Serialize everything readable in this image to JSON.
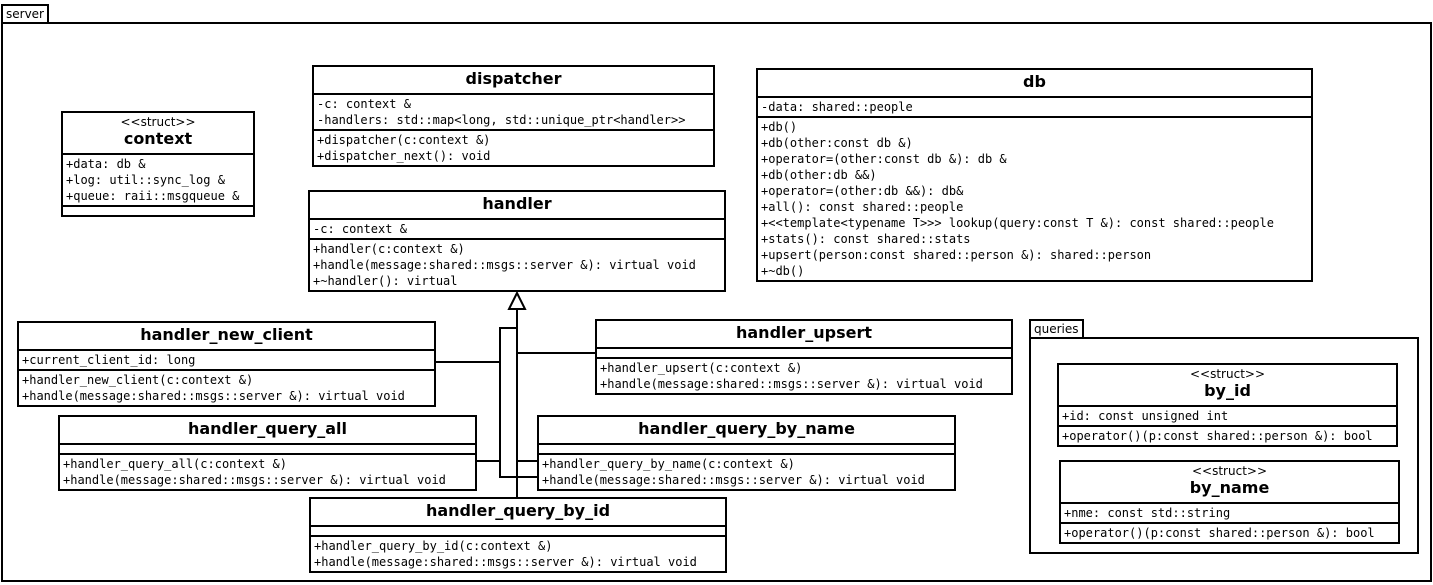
{
  "server": {
    "label": "server",
    "classes": {
      "context": {
        "stereotype": "<<struct>>",
        "name": "context",
        "attributes": [
          "+data: db &",
          "+log: util::sync_log &",
          "+queue: raii::msgqueue &"
        ],
        "operations": []
      },
      "dispatcher": {
        "name": "dispatcher",
        "attributes": [
          "-c: context &",
          "-handlers: std::map<long, std::unique_ptr<handler>>"
        ],
        "operations": [
          "+dispatcher(c:context &)",
          "+dispatcher_next(): void"
        ]
      },
      "db": {
        "name": "db",
        "attributes": [
          "-data: shared::people"
        ],
        "operations": [
          "+db()",
          "+db(other:const db &)",
          "+operator=(other:const db &): db &",
          "+db(other:db &&)",
          "+operator=(other:db &&): db&",
          "+all(): const shared::people",
          "+<<template<typename T>>> lookup(query:const T &): const shared::people",
          "+stats(): const shared::stats",
          "+upsert(person:const shared::person &): shared::person",
          "+~db()"
        ]
      },
      "handler": {
        "name": "handler",
        "attributes": [
          "-c: context &"
        ],
        "operations": [
          "+handler(c:context &)",
          "+handle(message:shared::msgs::server &): virtual void",
          "+~handler(): virtual"
        ]
      },
      "handler_new_client": {
        "name": "handler_new_client",
        "attributes": [
          "+current_client_id: long"
        ],
        "operations": [
          "+handler_new_client(c:context &)",
          "+handle(message:shared::msgs::server &): virtual void"
        ]
      },
      "handler_upsert": {
        "name": "handler_upsert",
        "attributes": [],
        "operations": [
          "+handler_upsert(c:context &)",
          "+handle(message:shared::msgs::server &): virtual void"
        ]
      },
      "handler_query_all": {
        "name": "handler_query_all",
        "attributes": [],
        "operations": [
          "+handler_query_all(c:context &)",
          "+handle(message:shared::msgs::server &): virtual void"
        ]
      },
      "handler_query_by_name": {
        "name": "handler_query_by_name",
        "attributes": [],
        "operations": [
          "+handler_query_by_name(c:context &)",
          "+handle(message:shared::msgs::server &): virtual void"
        ]
      },
      "handler_query_by_id": {
        "name": "handler_query_by_id",
        "attributes": [],
        "operations": [
          "+handler_query_by_id(c:context &)",
          "+handle(message:shared::msgs::server &): virtual void"
        ]
      }
    },
    "queries": {
      "label": "queries",
      "classes": {
        "by_id": {
          "stereotype": "<<struct>>",
          "name": "by_id",
          "attributes": [
            "+id: const unsigned int"
          ],
          "operations": [
            "+operator()(p:const shared::person &): bool"
          ]
        },
        "by_name": {
          "stereotype": "<<struct>>",
          "name": "by_name",
          "attributes": [
            "+nme: const std::string"
          ],
          "operations": [
            "+operator()(p:const shared::person &): bool"
          ]
        }
      }
    }
  }
}
